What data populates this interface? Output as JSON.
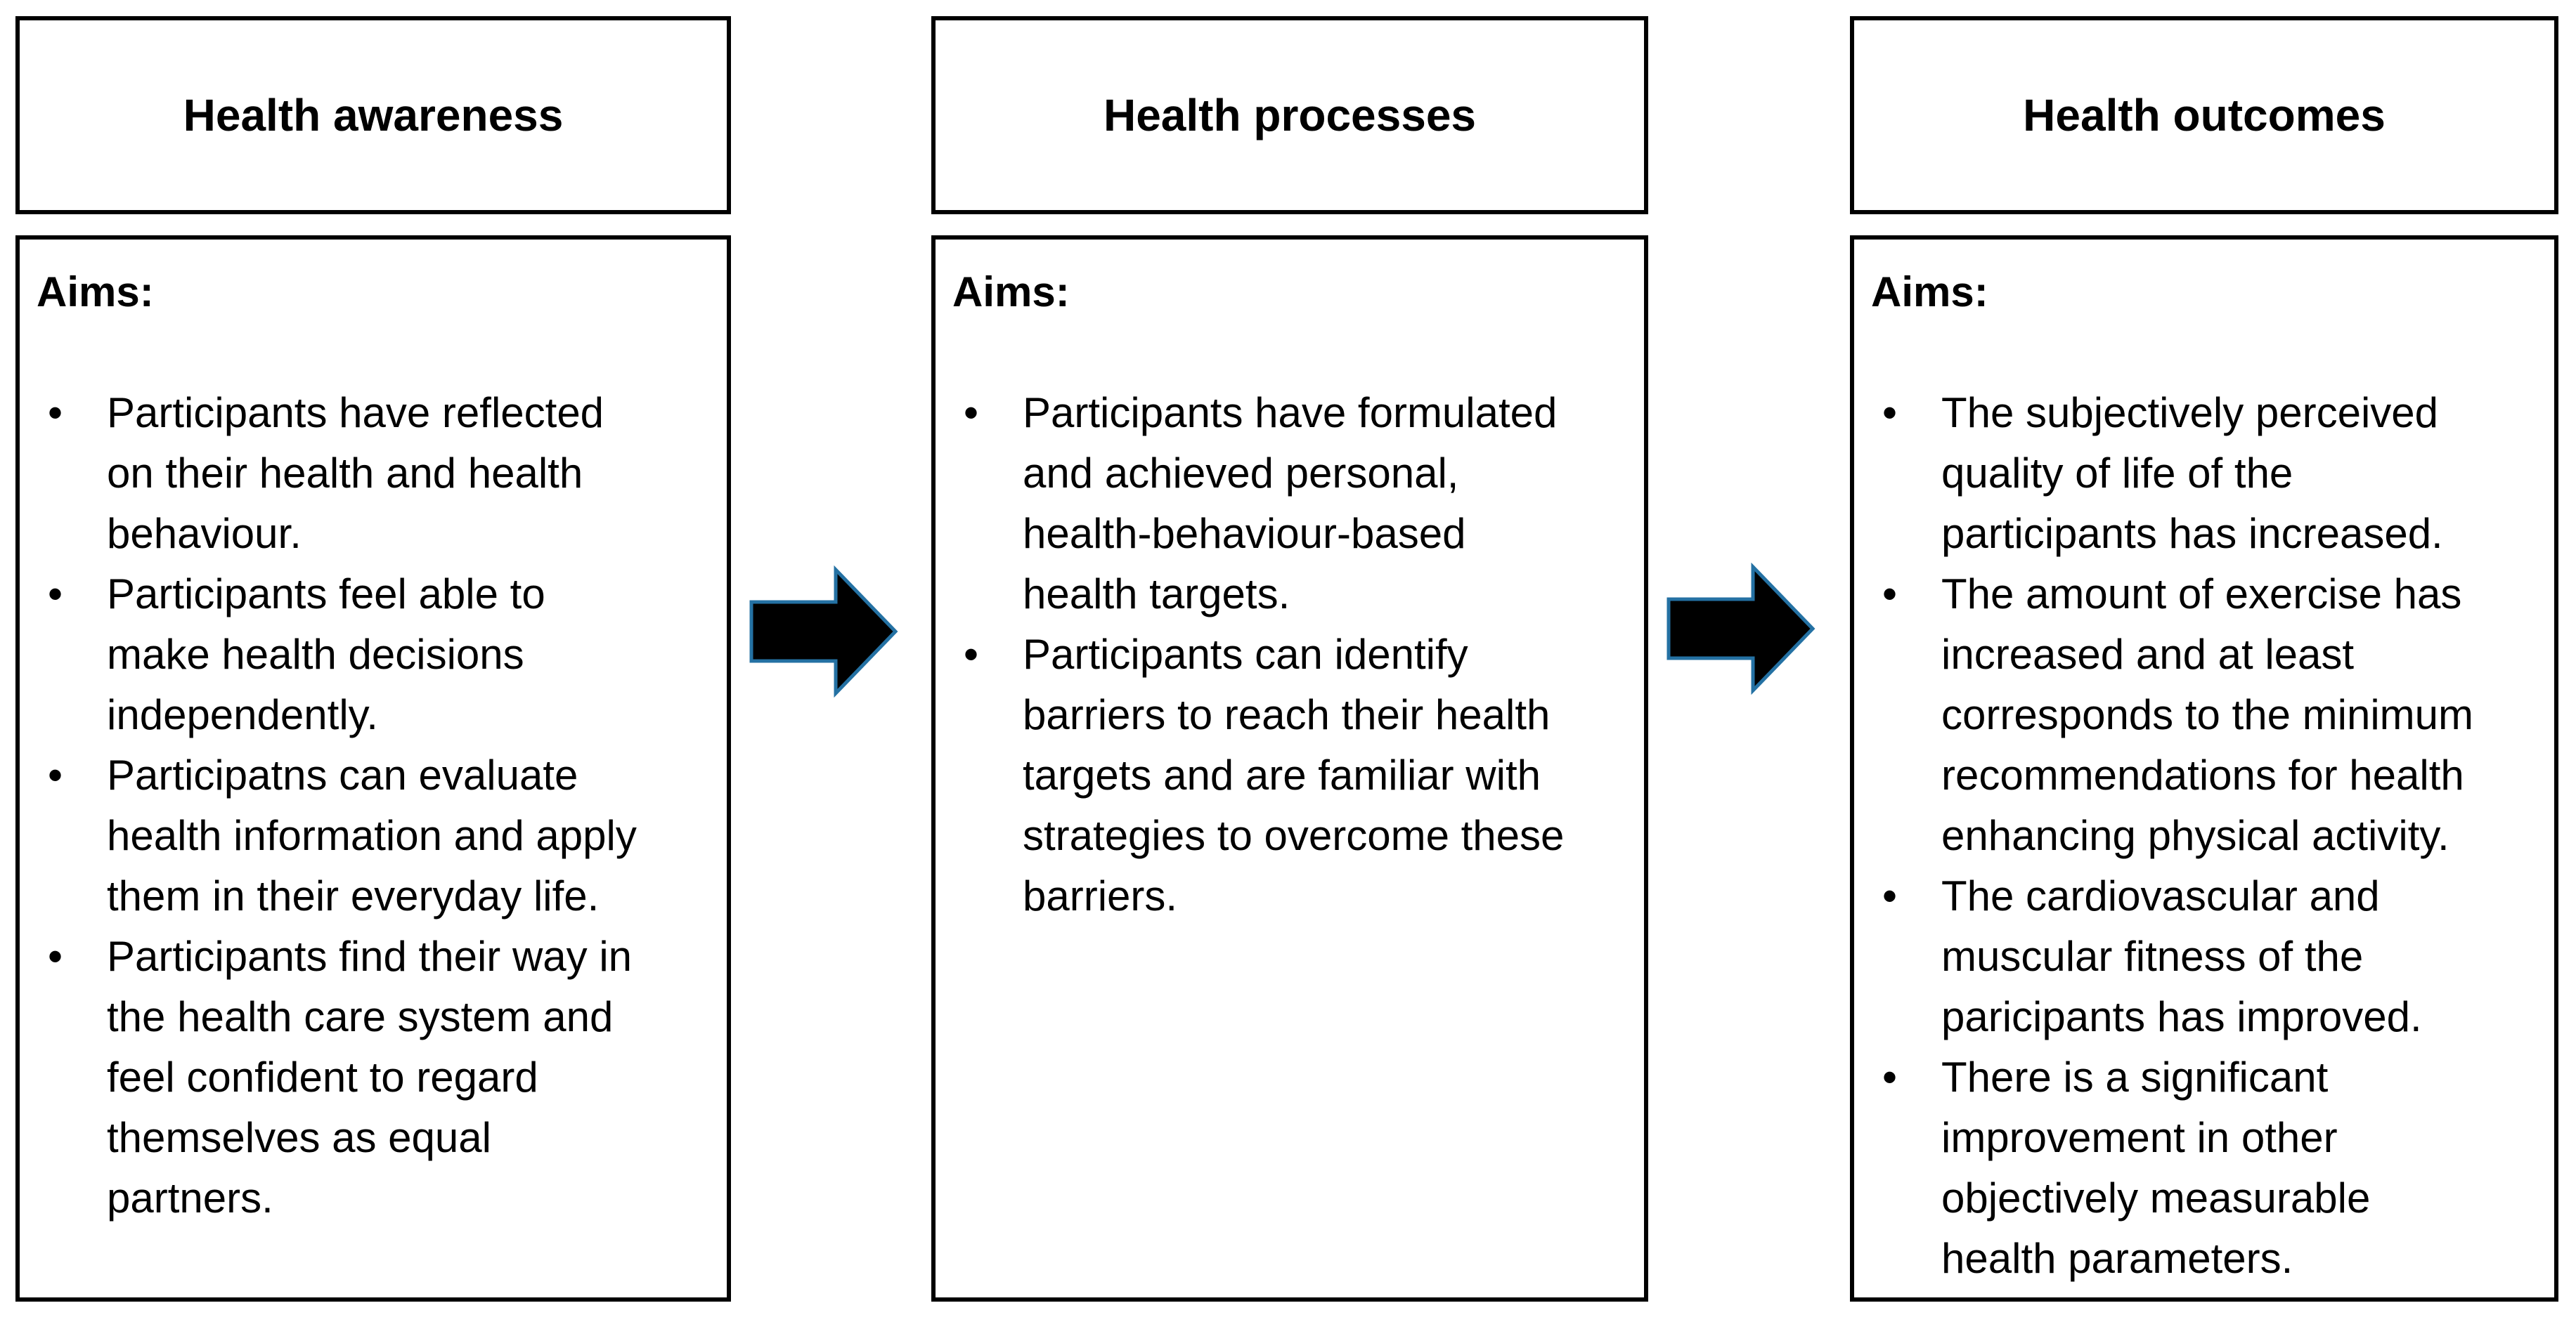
{
  "diagram": {
    "bullet_glyph": "•",
    "colors": {
      "background": "#ffffff",
      "box_border": "#000000",
      "text": "#000000",
      "arrow_fill": "#000000",
      "arrow_outline": "#2471a3"
    },
    "columns": [
      {
        "header": "Health awareness",
        "aims_label": "Aims:",
        "bullets": [
          "Participants have reflected\non their health and health\nbehaviour.",
          "Participants feel able to\nmake health decisions\nindependently.",
          "Participatns can evaluate\nhealth information and apply\nthem in their everyday life.",
          "Participants find their way in\nthe health care system and\nfeel confident to regard\nthemselves as equal\npartners."
        ]
      },
      {
        "header": "Health processes",
        "aims_label": "Aims:",
        "bullets": [
          "Participants have formulated\nand achieved personal,\nhealth-behaviour-based\nhealth targets.",
          "Participants can identify\nbarriers to reach their health\ntargets and are familiar with\nstrategies to overcome these\nbarriers."
        ]
      },
      {
        "header": "Health outcomes",
        "aims_label": "Aims:",
        "bullets": [
          "The subjectively perceived\nquality of life of the\nparticipants has increased.",
          "The amount of exercise has\nincreased and at least\ncorresponds to the minimum\nrecommendations for health\nenhancing physical activity.",
          "The cardiovascular and\nmuscular fitness of the\nparicipants has improved.",
          "There is a significant\nimprovement in other\nobjectively measurable\nhealth parameters."
        ]
      }
    ]
  }
}
